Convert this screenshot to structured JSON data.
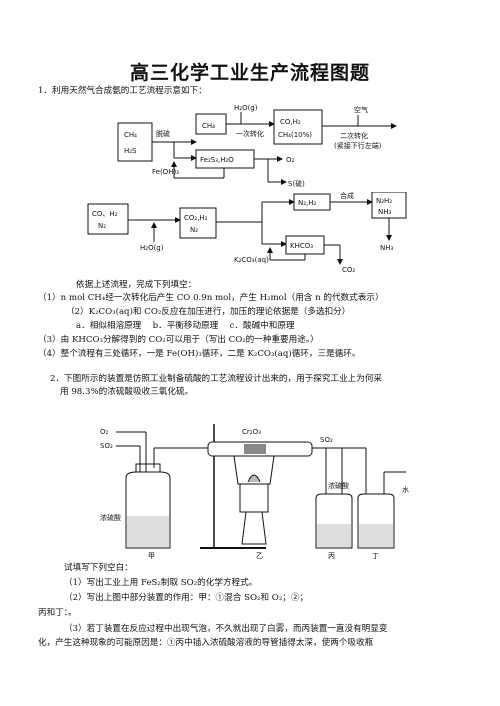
{
  "title": "高三化学工业生产流程图题",
  "q1": {
    "intro": "1．利用天然气合成氨的工艺流程示意如下：",
    "diagram1": {
      "box_ch4_h2s": [
        "CH₄",
        "H₂S"
      ],
      "label_desulf": "脱硫",
      "box_ch4": "CH₄",
      "label_h2o_g": "H₂O(g)",
      "label_first_conv": "一次转化",
      "box_co_h2": [
        "CO,H₂",
        "CH₄(10%)"
      ],
      "label_air": "空气",
      "label_second_conv": "二次转化",
      "label_next": "(紧接下行左端)",
      "box_fe2s3": "Fe₂S₃,H₂O",
      "label_feoh3": "Fe(OH)₃",
      "label_o2": "O₂",
      "label_s": "S(硫)"
    },
    "diagram2": {
      "box_co_h2_n2": [
        "CO、H₂",
        "N₂"
      ],
      "label_h2o_g": "H₂O(g)",
      "box_co2_h2_n2": [
        "CO₂,H₂",
        "N₂"
      ],
      "box_n2h2": "N₂,H₂",
      "label_synth": "合成",
      "box_n2h2_nh3": [
        "N₂H₂",
        "NH₃"
      ],
      "label_nh3": "NH₃",
      "box_khco3": "KHCO₃",
      "label_k2co3": "K₂CO₃(aq)",
      "label_co2": "CO₂"
    },
    "prompt": "依据上述流程，完成下列填空：",
    "sub1": "（1）n mol CH₄经一次转化后产生 CO 0.9n mol，产生 H₂mol（用含 n 的代数式表示）",
    "sub2": "（2）K₂CO₃(aq)和 CO₂反应在加压进行，加压的理论依据是（多选扣分）",
    "sub2_options": "a．相似相溶原理　 b．平衡移动原理　 c．酸碱中和原理",
    "sub3": "（3）由 KHCO₃分解得到的 CO₂可以用于（写出 CO₂的一种重要用途。）",
    "sub4": "（4）整个流程有三处循环，一是 Fe(OH)₃循环，二是 K₂CO₃(aq)循环，三是循环。"
  },
  "q2": {
    "intro_line1": "2．下图所示的装置是仿照工业制备硫酸的工艺流程设计出来的，用于探究工业上为何采",
    "intro_line2": "用 98.3%的浓硫酸吸收三氧化硫。",
    "apparatus": {
      "label_o2": "O₂",
      "label_so2_in": "SO₂",
      "label_cr2o3": "Cr₂O₃",
      "label_so2_out": "SO₂",
      "label_conc_h2so4_a": "浓硫酸",
      "label_jia": "甲",
      "label_yi": "乙",
      "label_bing": "丙",
      "label_conc_h2so4_b": "浓硫酸",
      "label_ding": "丁",
      "label_water": "水"
    },
    "prompt": "试填写下列空白：",
    "sub1": "（1）写出工业上用 FeS₂制取 SO₂的化学方程式。",
    "sub2": "（2）写出上图中部分装置的作用：甲：①混合 SO₂和 O₂；②；",
    "sub2_cont": "丙和丁：。",
    "sub3_line1": "（3）若丁装置在反应过程中出现气泡，不久就出现了白雾，而丙装置一直没有明显变",
    "sub3_line2": "化，产生这种现象的可能原因是：①丙中插入浓硫酸溶液的导管插得太深，使两个吸收瓶"
  }
}
